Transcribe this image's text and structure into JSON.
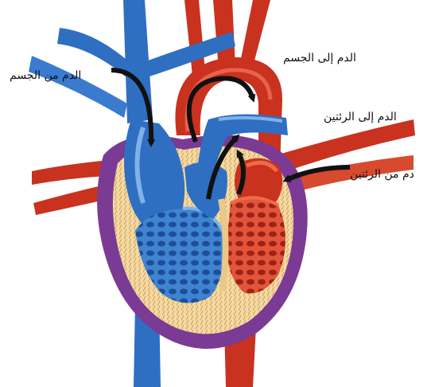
{
  "labels": {
    "blood_from_body": "الدم من الجسم",
    "blood_to_body": "الدم إلى الجسم",
    "blood_to_lungs": "الدم إلى الرئتين",
    "blood_from_lungs": "دم من الرئتين"
  },
  "colors": {
    "deoxygenated_vessel": "#2f6fc2",
    "deoxygenated_light": "#7fb2e8",
    "oxygenated_vessel": "#c8321f",
    "oxygenated_light": "#f06a45",
    "heart_wall": "#f3d9a2",
    "pericardium": "#7b3a94",
    "arrow": "#111111"
  }
}
